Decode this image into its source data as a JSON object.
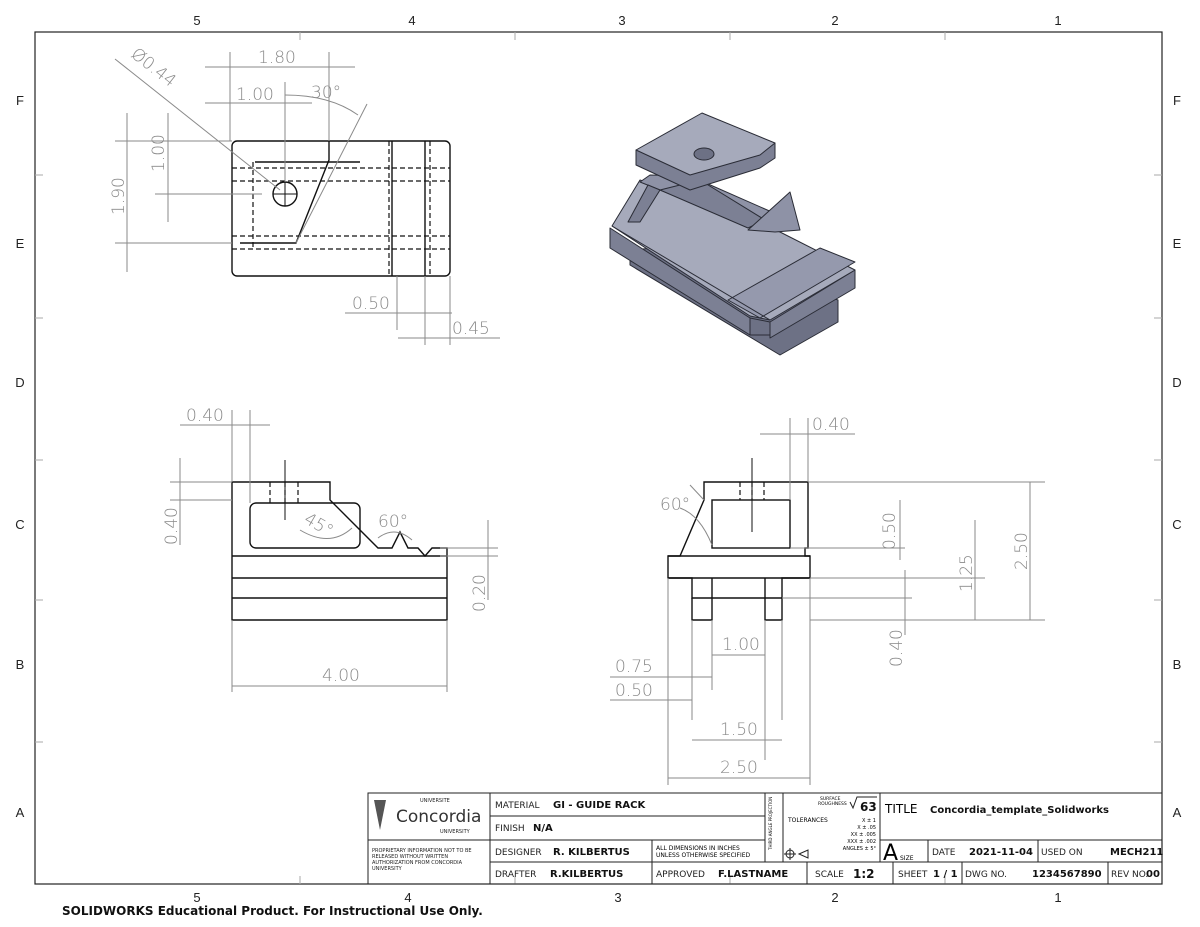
{
  "zones": {
    "columns": [
      "5",
      "4",
      "3",
      "2",
      "1"
    ],
    "rows": [
      "F",
      "E",
      "D",
      "C",
      "B",
      "A"
    ]
  },
  "top_view": {
    "dims": [
      "1.80",
      "1.00",
      "30°",
      "Ø0.44",
      "1.90",
      "1.00",
      "0.50",
      "0.45"
    ]
  },
  "front_view": {
    "dims": [
      "0.40",
      "0.40",
      "45°",
      "60°",
      "0.20",
      "4.00"
    ]
  },
  "side_view": {
    "dims": [
      "0.40",
      "60°",
      "0.50",
      "2.50",
      "1.25",
      "0.40",
      "1.00",
      "0.75",
      "0.50",
      "1.50",
      "2.50"
    ]
  },
  "title_block": {
    "logo_text": "Concordia",
    "logo_top": "UNIVERSITE",
    "logo_bottom": "UNIVERSITY",
    "proprietary": [
      "PROPRIETARY INFORMATION NOT TO BE",
      "RELEASED WITHOUT WRITTEN",
      "AUTHORIZATION FROM CONCORDIA",
      "UNIVERSITY"
    ],
    "material_label": "MATERIAL",
    "material_value": "GI - GUIDE RACK",
    "finish_label": "FINISH",
    "finish_value": "N/A",
    "designer_label": "DESIGNER",
    "designer_value": "R. KILBERTUS",
    "drafter_label": "DRAFTER",
    "drafter_value": "R.KILBERTUS",
    "dimensions_note": [
      "ALL DIMENSIONS IN INCHES",
      "UNLESS OTHERWISE SPECIFIED"
    ],
    "approved_label": "APPROVED",
    "approved_value": "F.LASTNAME",
    "surface_roughness_label": [
      "SURFACE",
      "ROUGHNESS"
    ],
    "surface_roughness_value": "63",
    "tolerances_label": "TOLERANCES",
    "tolerances": [
      "X ± 1",
      "X ± .05",
      "XX ± .005",
      "XXX ± .002",
      "ANGLES ± 5°"
    ],
    "third_angle": "THIRD ANGLE PROJECTION",
    "size_letter": "A",
    "size_label": "SIZE",
    "scale_label": "SCALE",
    "scale_value": "1:2",
    "title_label": "TITLE",
    "title_value": "Concordia_template_Solidworks",
    "date_label": "DATE",
    "date_value": "2021-11-04",
    "used_on_label": "USED ON",
    "used_on_value": "MECH211",
    "sheet_label": "SHEET",
    "sheet_value": "1 / 1",
    "dwg_label": "DWG NO.",
    "dwg_value": "1234567890",
    "rev_label": "REV NO.",
    "rev_value": "00"
  },
  "colors": {
    "model_fill": "#8e92a6",
    "model_dark": "#6d7185",
    "model_light": "#a6aabb"
  },
  "footer": "SOLIDWORKS Educational Product. For Instructional Use Only."
}
